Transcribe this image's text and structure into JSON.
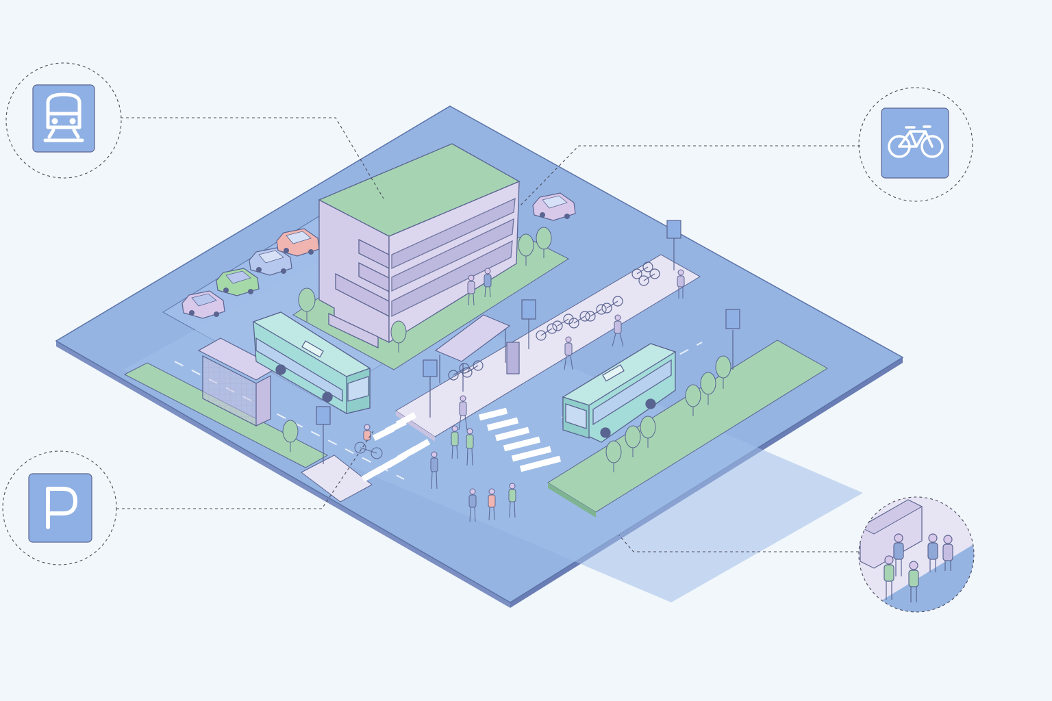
{
  "scene": {
    "colors": {
      "background": "#f2f7fb",
      "ground": "#95b4e2",
      "ground_edge": "#5b73a8",
      "road": "#9cb9e6",
      "sidewalk": "#e7e4f4",
      "green": "#a6d4b3",
      "building": "#ddd6ef",
      "bus": "#a3dcd9",
      "icon_tile": "#8fb0e4",
      "outline": "#5a6490"
    }
  },
  "callouts": [
    {
      "id": "transit",
      "icon": "bus-icon"
    },
    {
      "id": "bike",
      "icon": "bicycle-icon"
    },
    {
      "id": "parking",
      "icon": "parking-icon",
      "glyph": "P"
    },
    {
      "id": "crowd",
      "icon": "pedestrians-zoom"
    }
  ]
}
